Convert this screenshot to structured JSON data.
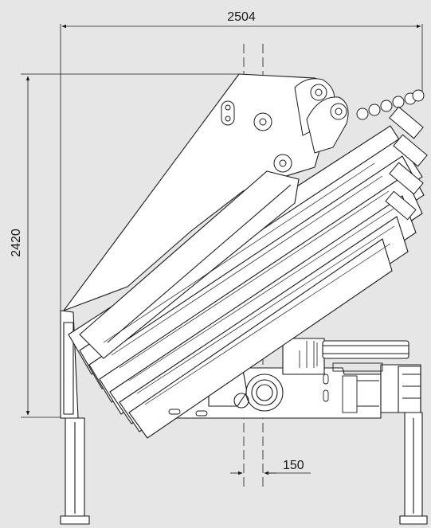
{
  "dimensions": {
    "overall_width": "2504",
    "overall_height": "2420",
    "center_offset": "150"
  },
  "colors": {
    "background": "#e6e6e7",
    "line": "#1a1a1a",
    "part_fill": "#ffffff"
  }
}
